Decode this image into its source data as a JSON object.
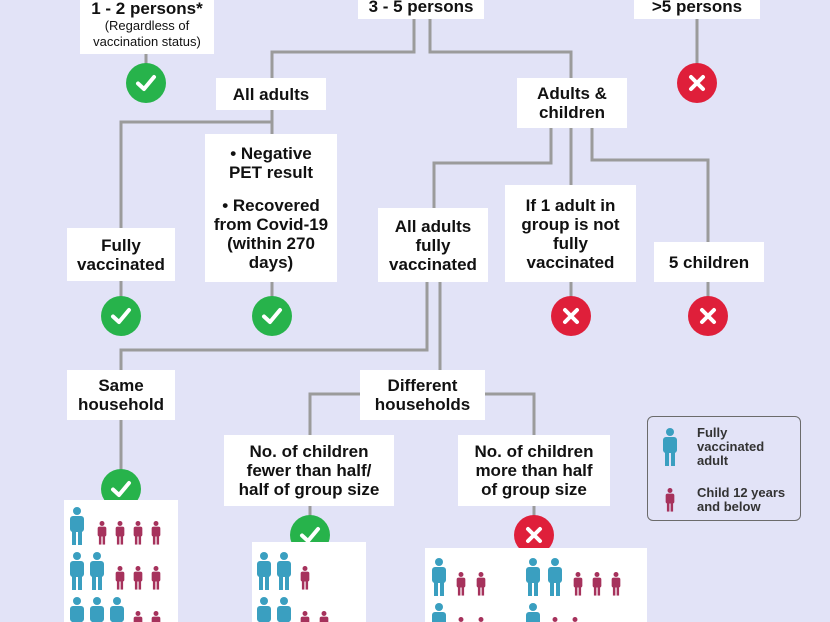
{
  "nodes": {
    "n1": {
      "title": "1 - 2 persons*",
      "note": "(Regardless of vaccination status)"
    },
    "n2": {
      "title": "3 - 5 persons"
    },
    "n3": {
      "title": ">5 persons"
    },
    "all_adults": {
      "title": "All adults"
    },
    "adults_children": {
      "title": "Adults & children"
    },
    "fully_vaccinated": {
      "title": "Fully vaccinated"
    },
    "negative_pet": {
      "bullet1": "• Negative PET result",
      "bullet2": "• Recovered from Covid-19 (within 270 days)"
    },
    "all_adults_fully": {
      "title": "All adults fully vaccinated"
    },
    "one_adult_not": {
      "title": "If 1 adult in group is not fully vaccinated"
    },
    "five_children": {
      "title": "5 children"
    },
    "same_household": {
      "title": "Same household"
    },
    "different_households": {
      "title": "Different households"
    },
    "fewer_half": {
      "title": "No. of children fewer than half/ half of group size"
    },
    "more_half": {
      "title": "No. of children more than half of group size"
    }
  },
  "legend": {
    "adult_label": "Fully vaccinated adult",
    "child_label": "Child 12 years and below",
    "adult_color": "#3a9fc0",
    "child_color": "#a6325c"
  },
  "colors": {
    "allowed": "#27b34b",
    "not_allowed": "#df1f3a",
    "background": "#e2e3f7",
    "connector": "#9b9b9b"
  },
  "icons": {
    "allowed": "check-icon",
    "not_allowed": "cross-icon"
  }
}
